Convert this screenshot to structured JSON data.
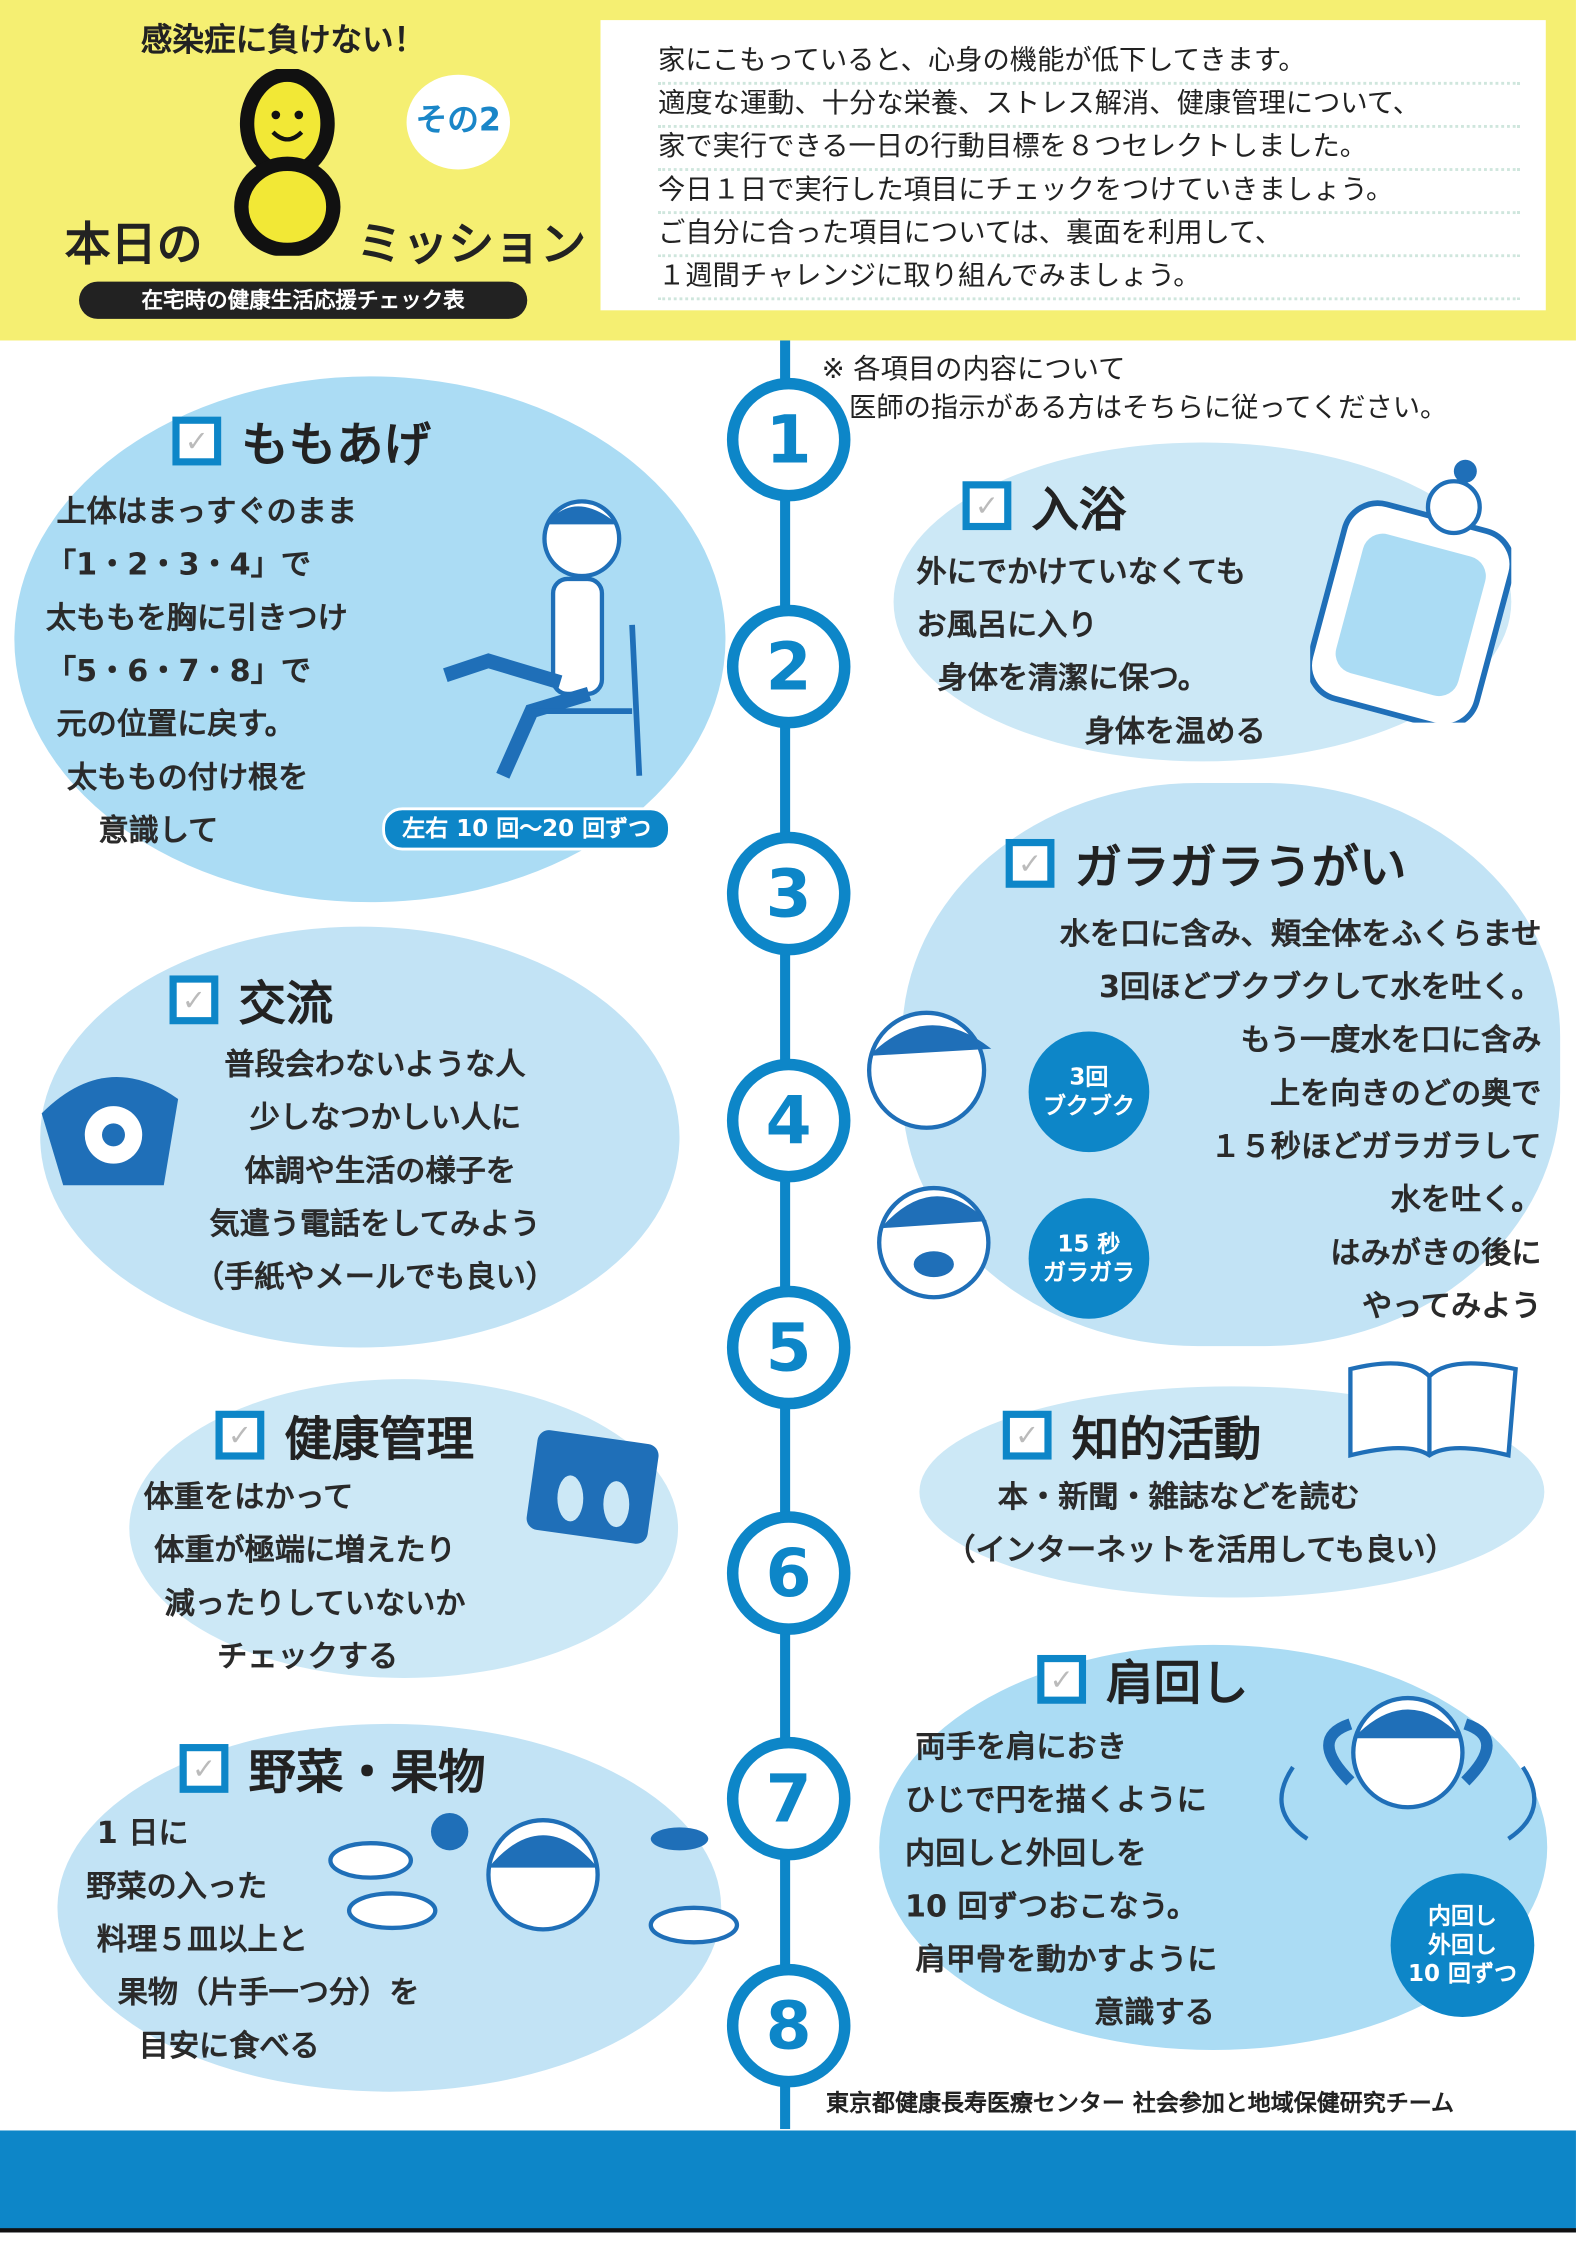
{
  "header": {
    "kicker": "感染症に負けない！",
    "sono": "その2",
    "title_left": "本日の",
    "title_right": "ミッション",
    "subtitle": "在宅時の健康生活応援チェック表"
  },
  "intro": [
    "家にこもっていると、心身の機能が低下してきます。",
    "適度な運動、十分な栄養、ストレス解消、健康管理について、",
    "家で実行できる一日の行動目標を８つセレクトしました。",
    "今日１日で実行した項目にチェックをつけていきましょう。",
    "ご自分に合った項目については、裏面を利用して、",
    "１週間チャレンジに取り組んでみましょう。"
  ],
  "note": [
    "※ 各項目の内容について",
    "　医師の指示がある方はそちらに従ってください。"
  ],
  "numbers": [
    "1",
    "2",
    "3",
    "4",
    "5",
    "6",
    "7",
    "8"
  ],
  "items": [
    {
      "title": "ももあげ",
      "text": " 上体はまっすぐのまま\n「1・2・3・4」で\n太ももを胸に引きつけ\n「5・6・7・8」で\n 元の位置に戻す。\n  太ももの付け根を\n     意識して",
      "badge": "左右 10 回〜20 回ずつ"
    },
    {
      "title": "入浴",
      "text": "外にでかけていなくても\nお風呂に入り\n  身体を清潔に保つ。\n                身体を温める"
    },
    {
      "title": "ガラガラうがい",
      "text": "水を口に含み、頬全体をふくらませ\n     3回ほどブクブクして水を吐く。\n            もう一度水を口に含み\n              上を向きのどの奥で\n          １５秒ほどガラガラして\n                        水を吐く。\n             はみがきの後に\n            やってみよう",
      "badge1": "3回\nブクブク",
      "badge2": "15 秒\nガラガラ"
    },
    {
      "title": "交流",
      "text": "普段会わないような人\n  少しなつかしい人に\n 体調や生活の様子を\n気遣う電話をしてみよう\n（手紙やメールでも良い）"
    },
    {
      "title": "知的活動",
      "text": "     本・新聞・雑誌などを読む\n（インターネットを活用しても良い）"
    },
    {
      "title": "健康管理",
      "text": "体重をはかって\n 体重が極端に増えたり\n  減ったりしていないか\n       チェックする"
    },
    {
      "title": "肩回し",
      "text": " 両手を肩におき\nひじで円を描くように\n内回しと外回しを\n10 回ずつおこなう。\n 肩甲骨を動かすように\n                  意識する",
      "badge": "内回し\n外回し\n10 回ずつ"
    },
    {
      "title": "野菜・果物",
      "text": " 1 日に\n野菜の入った\n 料理５皿以上と\n   果物（片手一つ分）を\n     目安に食べる"
    }
  ],
  "check_mark": "✓",
  "credit": "東京都健康長寿医療センター 社会参加と地域保健研究チーム",
  "colors": {
    "accent": "#0d86c8",
    "header_bg": "#f5ef72",
    "bubble": "#abdcf4"
  }
}
